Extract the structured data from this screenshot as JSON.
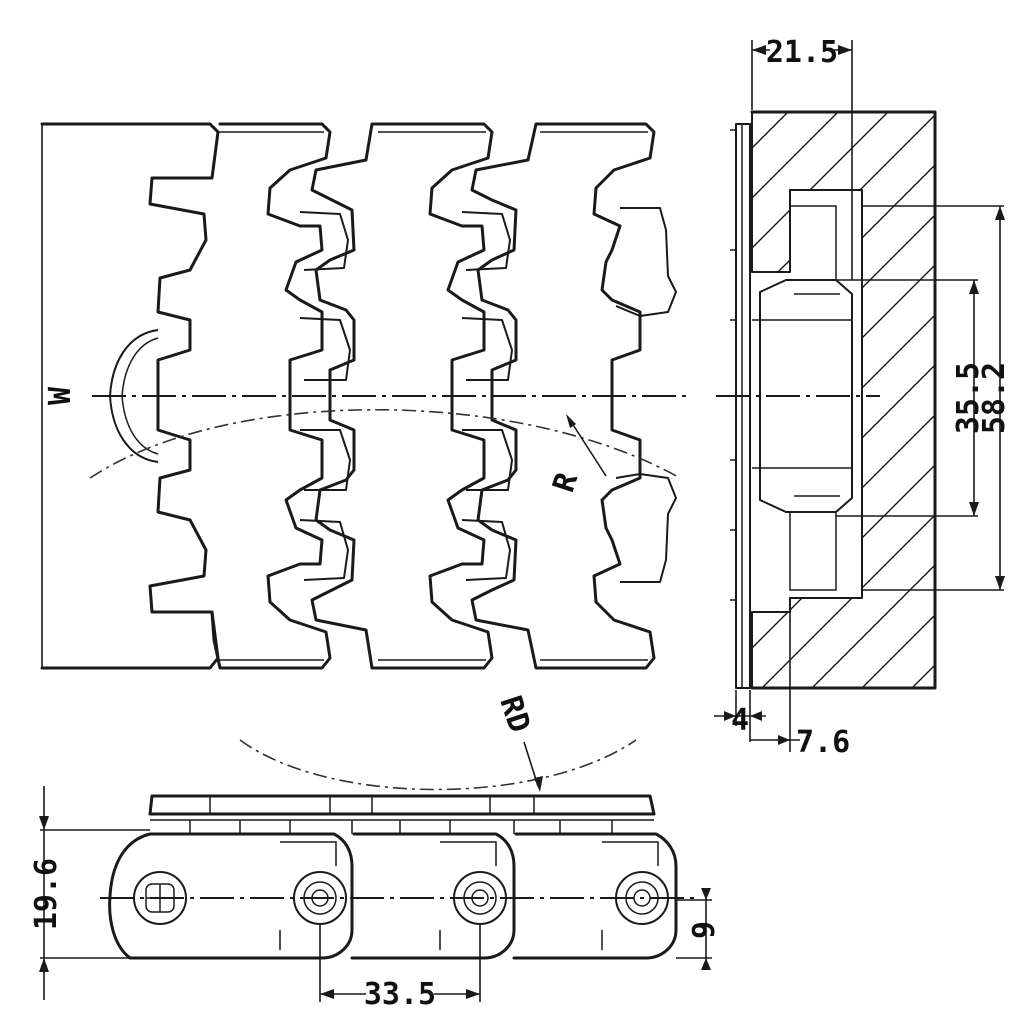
{
  "dimensions": {
    "width_label": "W",
    "radius_label": "R",
    "reverse_radius_label": "RD",
    "side_width": "21.5",
    "outer_guide_height": "58.2",
    "inner_guide_height": "35.5",
    "plate_offset": "4",
    "guide_offset": "7.6",
    "chain_height": "19.6",
    "pin_height": "9",
    "pitch": "33.5"
  }
}
